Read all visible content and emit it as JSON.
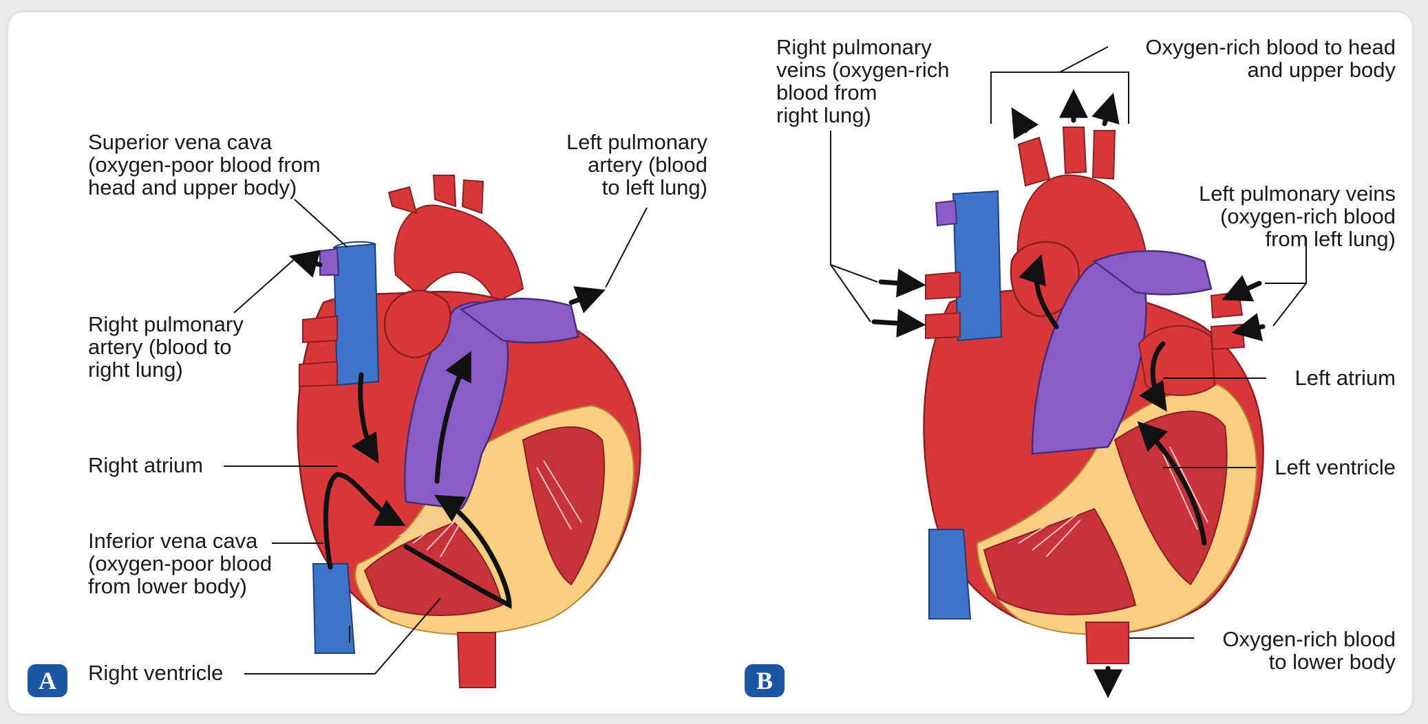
{
  "colors": {
    "oxygen_rich": "#d8383a",
    "oxygen_poor": "#3d74c9",
    "pulmonary_artery": "#8a5cc8",
    "myocardium": "#f8cf80",
    "badge": "#1d57a3"
  },
  "panel_a": {
    "badge": "A",
    "labels": {
      "superior_vena_cava": [
        "Superior vena cava",
        "(oxygen-poor blood from",
        "head and upper body)"
      ],
      "left_pulmonary_artery": [
        "Left pulmonary",
        "artery (blood",
        "to left lung)"
      ],
      "right_pulmonary_artery": [
        "Right pulmonary",
        "artery (blood to",
        "right lung)"
      ],
      "right_atrium": [
        "Right atrium"
      ],
      "inferior_vena_cava": [
        "Inferior vena cava",
        "(oxygen-poor blood",
        "from lower body)"
      ],
      "right_ventricle": [
        "Right ventricle"
      ]
    }
  },
  "panel_b": {
    "badge": "B",
    "labels": {
      "right_pulmonary_veins": [
        "Right pulmonary",
        "veins (oxygen-rich",
        "blood from",
        "right lung)"
      ],
      "oxygen_rich_head": [
        "Oxygen-rich blood to head",
        "and upper body"
      ],
      "left_pulmonary_veins": [
        "Left pulmonary veins",
        "(oxygen-rich blood",
        "from left lung)"
      ],
      "left_atrium": [
        "Left atrium"
      ],
      "left_ventricle": [
        "Left ventricle"
      ],
      "oxygen_rich_lower": [
        "Oxygen-rich blood",
        "to lower body"
      ]
    }
  }
}
